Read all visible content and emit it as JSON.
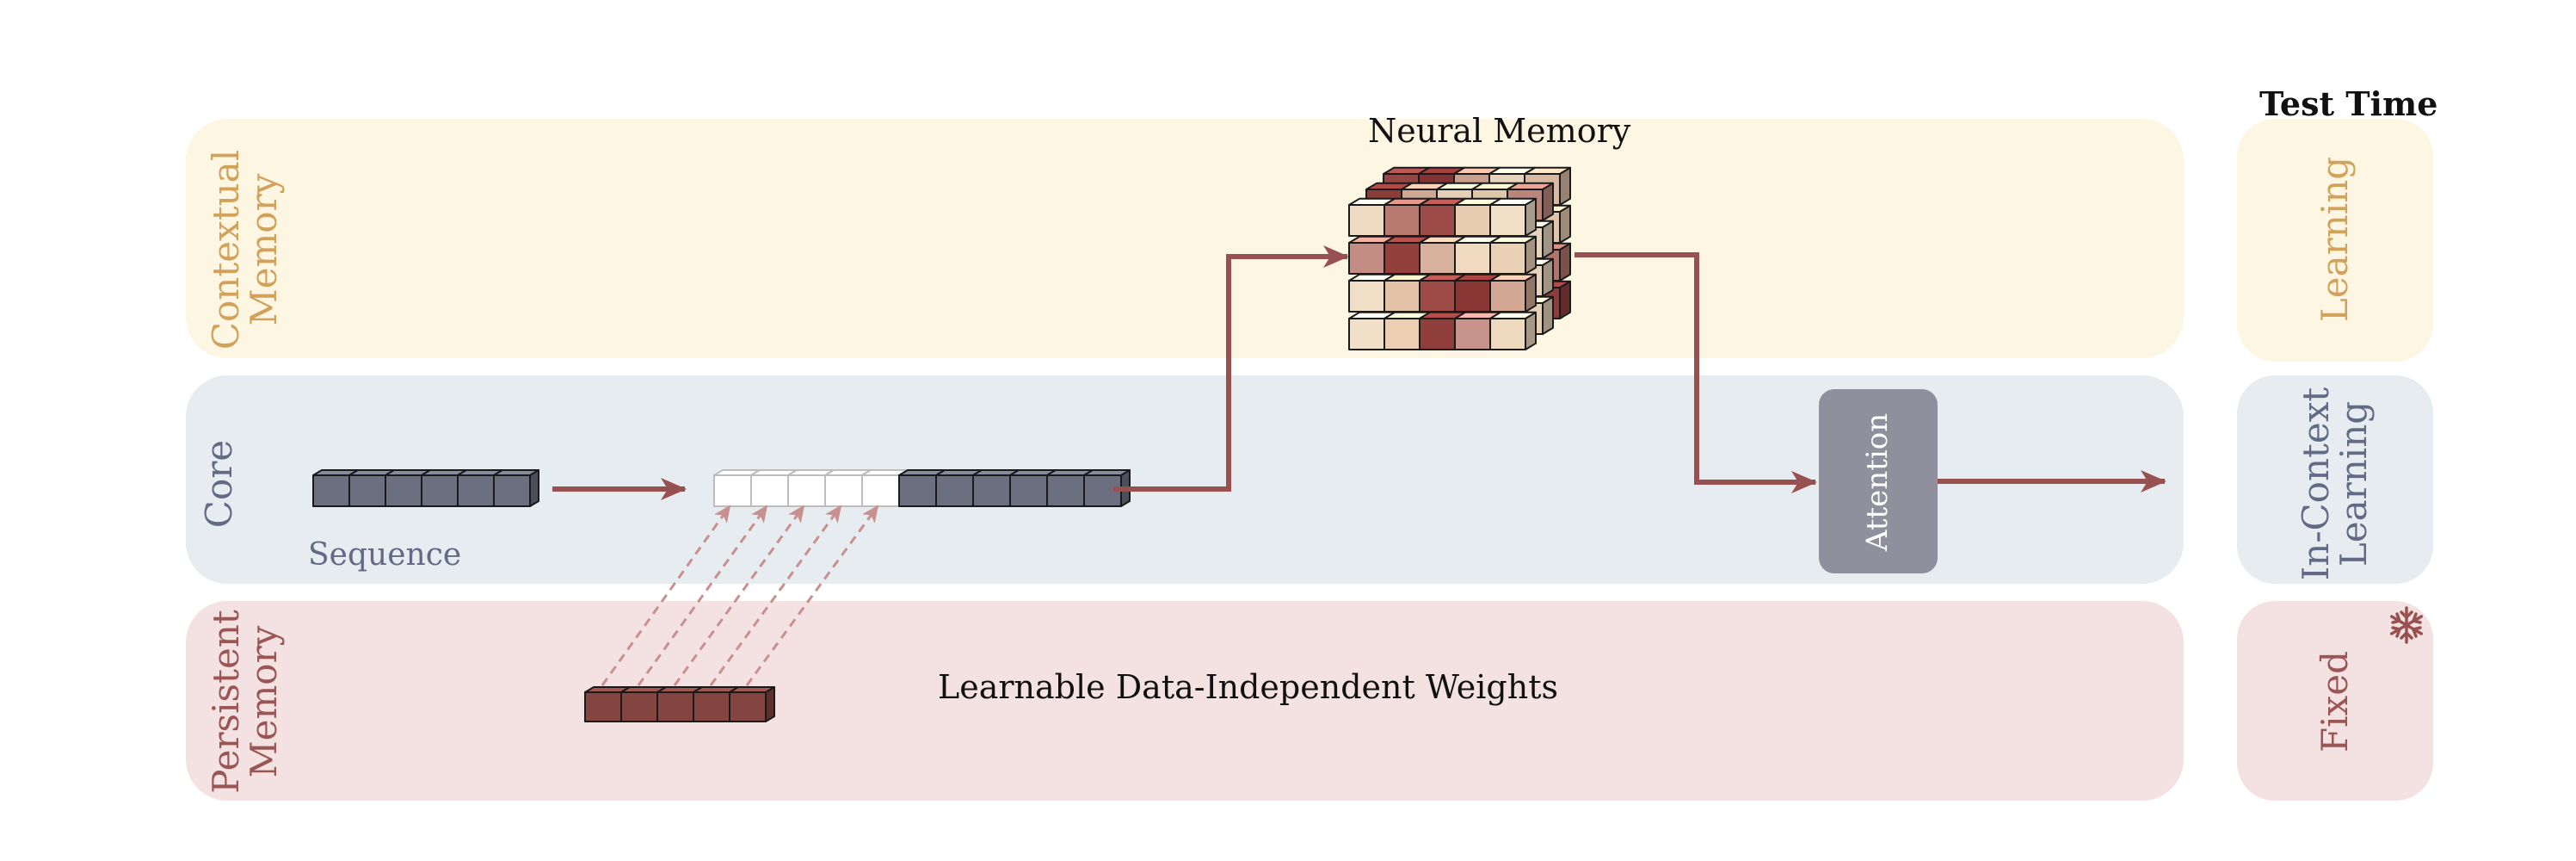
{
  "rows": {
    "contextual": {
      "line1": "Contextual",
      "line2": "Memory"
    },
    "core": {
      "label": "Core"
    },
    "persistent": {
      "line1": "Persistent",
      "line2": "Memory"
    }
  },
  "labels": {
    "neural_memory": "Neural Memory",
    "sequence": "Sequence",
    "learnable_weights": "Learnable Data-Independent Weights",
    "attention": "Attention"
  },
  "test_time": {
    "header": "Test Time",
    "learning": "Learning",
    "in_context_line1": "In-Context",
    "in_context_line2": "Learning",
    "fixed": "Fixed",
    "fixed_icon": "snowflake-icon"
  },
  "colors": {
    "contextual_bg": "#fdf6e2",
    "contextual_text": "#d2a15a",
    "core_bg": "#e6ecf0",
    "core_text": "#626a86",
    "persistent_bg": "#f4e2e2",
    "persistent_text": "#9a5555",
    "arrow": "#975150",
    "sequence_block": "#6c6f80",
    "weights_block": "#844440",
    "attention_bg": "#8f8f9e"
  }
}
